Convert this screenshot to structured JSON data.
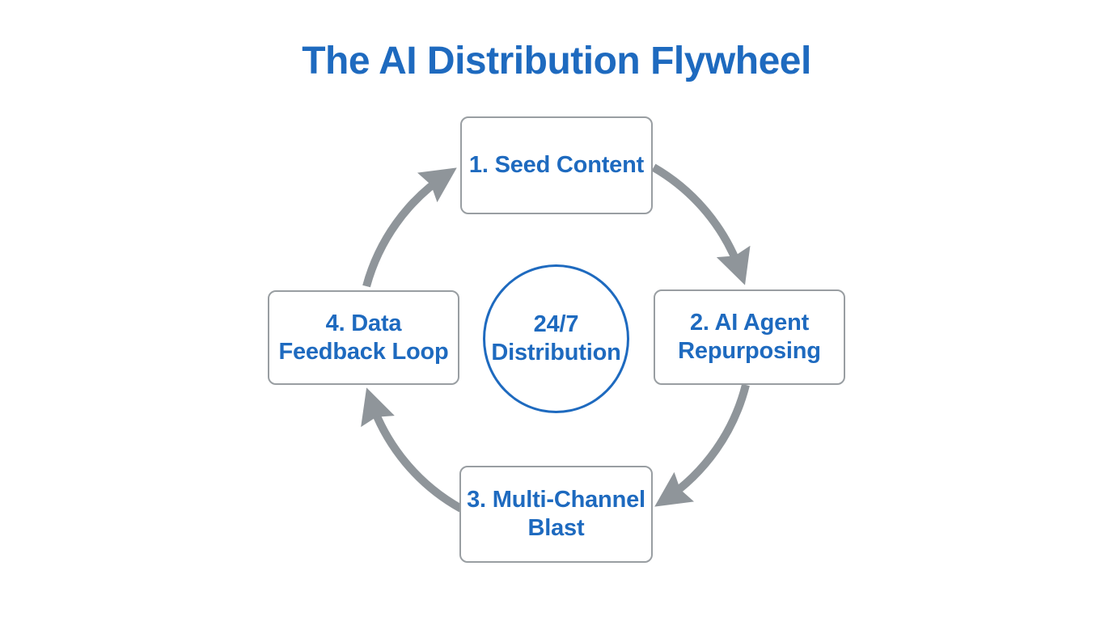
{
  "title": "The AI Distribution Flywheel",
  "hub": {
    "label": "24/7\nDistribution"
  },
  "nodes": [
    {
      "label": "1. Seed Content"
    },
    {
      "label": "2. AI Agent\nRepurposing"
    },
    {
      "label": "3. Multi-Channel\nBlast"
    },
    {
      "label": "4. Data\nFeedback Loop"
    }
  ],
  "cycle_order": [
    "1. Seed Content",
    "2. AI Agent Repurposing",
    "3. Multi-Channel Blast",
    "4. Data Feedback Loop"
  ],
  "colors": {
    "accent_blue": "#1E6ABF",
    "box_border": "#999EA2",
    "arrow_gray": "#8F959A",
    "background": "#FFFFFF"
  }
}
